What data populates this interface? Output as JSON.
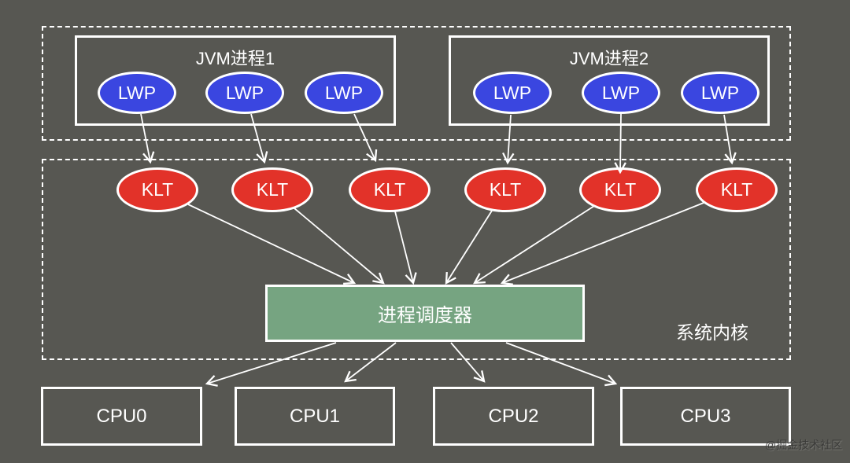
{
  "user_space": {
    "jvm_processes": [
      {
        "title": "JVM进程1",
        "threads": [
          "LWP",
          "LWP",
          "LWP"
        ]
      },
      {
        "title": "JVM进程2",
        "threads": [
          "LWP",
          "LWP",
          "LWP"
        ]
      }
    ]
  },
  "kernel": {
    "label": "系统内核",
    "kernel_threads": [
      "KLT",
      "KLT",
      "KLT",
      "KLT",
      "KLT",
      "KLT"
    ],
    "scheduler_label": "进程调度器"
  },
  "cpus": [
    "CPU0",
    "CPU1",
    "CPU2",
    "CPU3"
  ],
  "watermark": "@掘金技术社区",
  "colors": {
    "background": "#575752",
    "lwp_fill": "#3a46e0",
    "klt_fill": "#e23229",
    "scheduler_fill": "#76a481",
    "line_stroke": "#ffffff"
  }
}
